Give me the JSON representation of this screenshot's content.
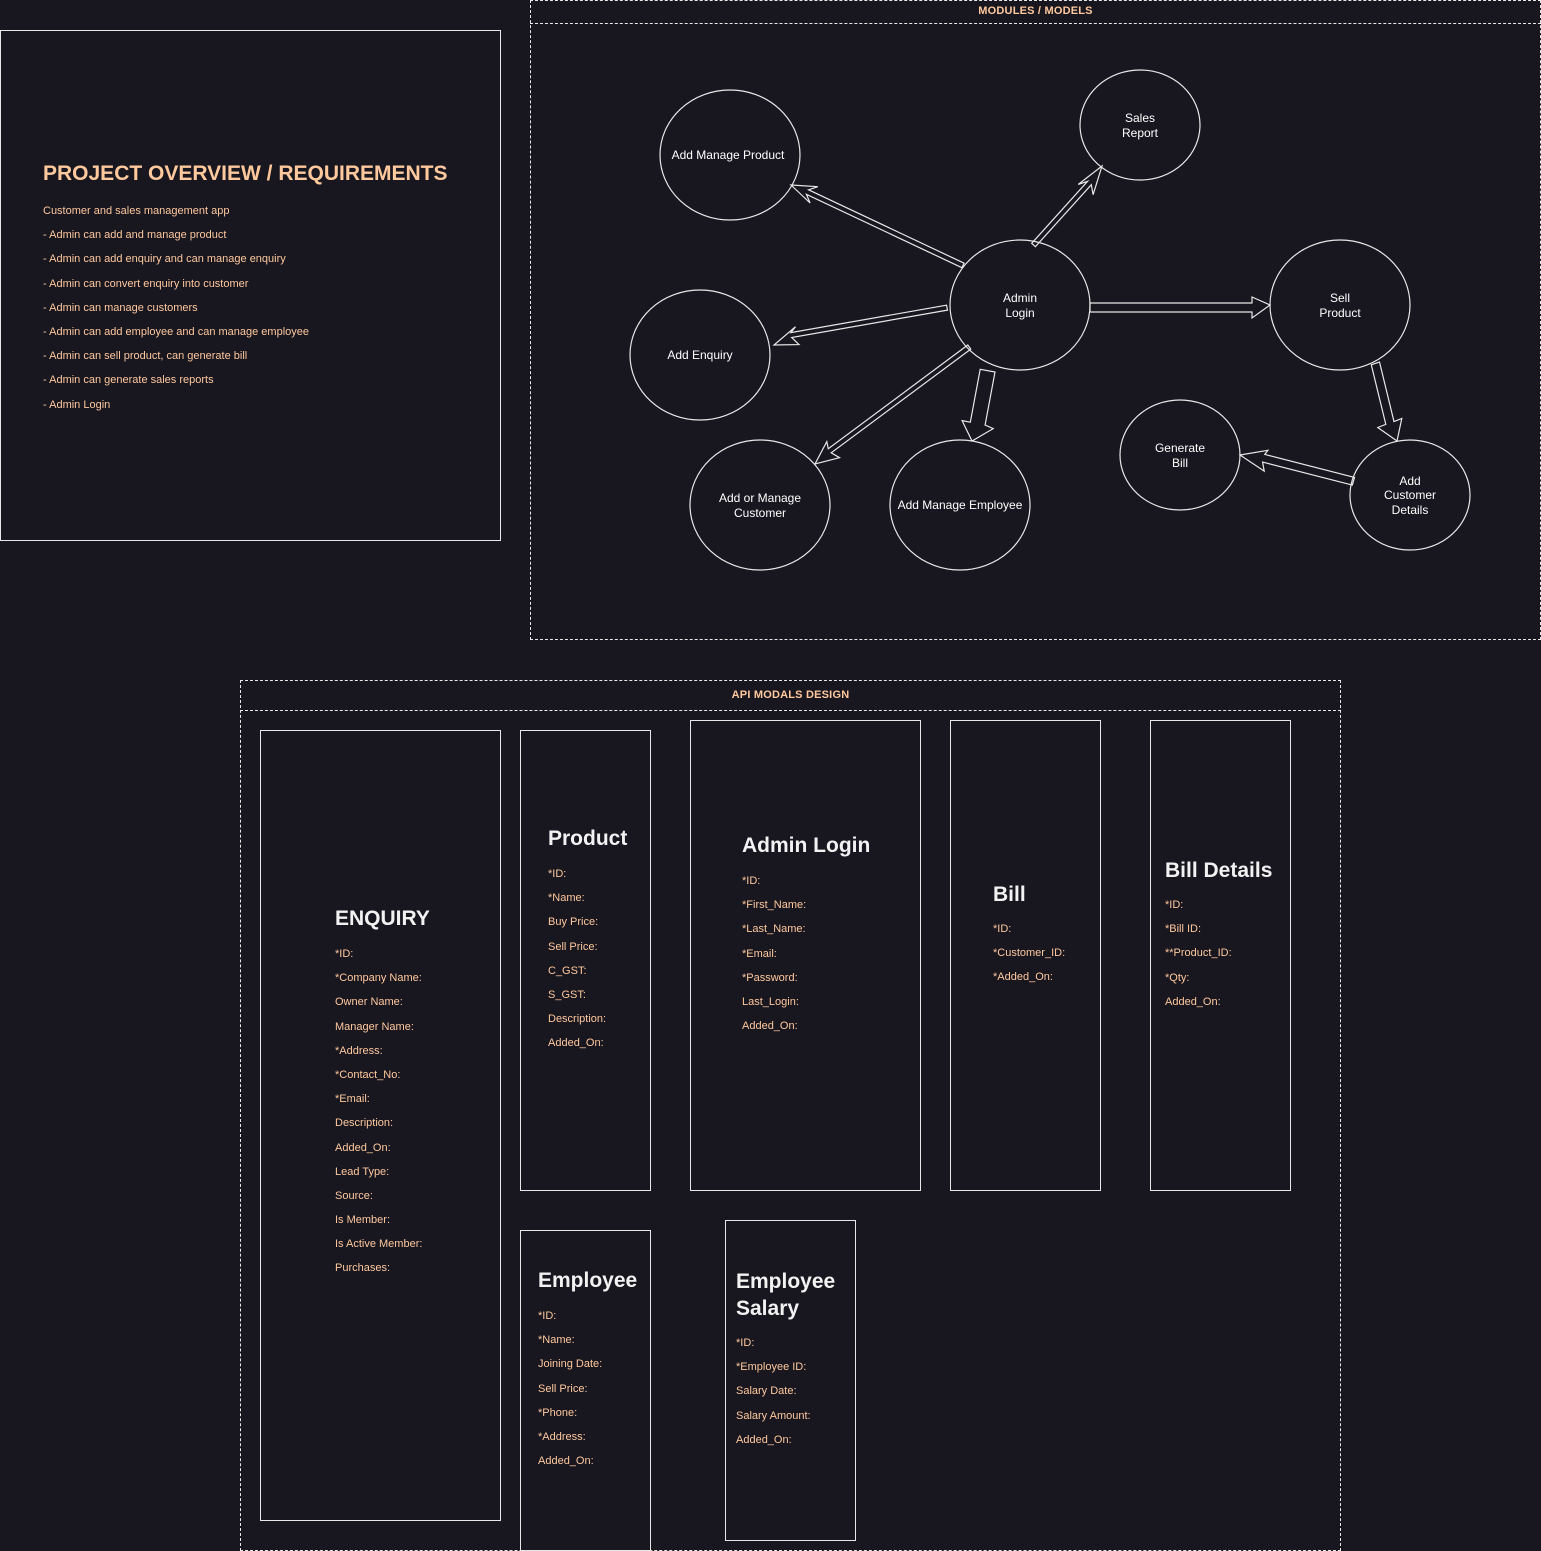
{
  "overview": {
    "title": "PROJECT OVERVIEW / REQUIREMENTS",
    "items": [
      "Customer and sales management app",
      "- Admin can add and manage product",
      "- Admin can add enquiry and can manage enquiry",
      "- Admin can convert enquiry into customer",
      "- Admin can manage customers",
      "- Admin can add employee and can manage employee",
      "- Admin can sell product, can generate bill",
      "- Admin can generate sales reports",
      "- Admin Login"
    ]
  },
  "modules": {
    "title": "MODULES / MODELS",
    "nodes": {
      "admin_login": [
        "Admin",
        "Login"
      ],
      "add_manage_product": [
        "Add Manage Product"
      ],
      "sales_report": [
        "Sales",
        "Report"
      ],
      "add_enquiry": [
        "Add Enquiry"
      ],
      "sell_product": [
        "Sell",
        "Product"
      ],
      "add_or_manage_customer": [
        "Add or Manage",
        "Customer"
      ],
      "add_manage_employee": [
        "Add Manage Employee"
      ],
      "generate_bill": [
        "Generate",
        "Bill"
      ],
      "add_customer_details": [
        "Add",
        "Customer",
        "Details"
      ]
    }
  },
  "api": {
    "title": "API MODALS DESIGN",
    "models": {
      "enquiry": {
        "title": "ENQUIRY",
        "fields": [
          "*ID:",
          "*Company Name:",
          "Owner Name:",
          "Manager Name:",
          "*Address:",
          "*Contact_No:",
          "*Email:",
          "Description:",
          "Added_On:",
          "Lead Type:",
          "Source:",
          "Is Member:",
          "Is Active Member:",
          "Purchases:"
        ]
      },
      "product": {
        "title": "Product",
        "fields": [
          "*ID:",
          "*Name:",
          "Buy Price:",
          "Sell Price:",
          "C_GST:",
          "S_GST:",
          "Description:",
          "Added_On:"
        ]
      },
      "admin_login": {
        "title": "Admin Login",
        "fields": [
          "*ID:",
          "*First_Name:",
          "*Last_Name:",
          "*Email:",
          "*Password:",
          "Last_Login:",
          "Added_On:"
        ]
      },
      "bill": {
        "title": "Bill",
        "fields": [
          "*ID:",
          "*Customer_ID:",
          "*Added_On:"
        ]
      },
      "bill_details": {
        "title": "Bill Details",
        "fields": [
          "*ID:",
          "*Bill ID:",
          "**Product_ID:",
          "*Qty:",
          "Added_On:"
        ]
      },
      "employee": {
        "title": "Employee",
        "fields": [
          "*ID:",
          "*Name:",
          "Joining Date:",
          "Sell Price:",
          "*Phone:",
          "*Address:",
          "Added_On:"
        ]
      },
      "employee_salary": {
        "title": [
          "Employee",
          "Salary"
        ],
        "fields": [
          "*ID:",
          "*Employee ID:",
          "Salary Date:",
          "Salary Amount:",
          "Added_On:"
        ]
      }
    }
  },
  "colors": {
    "background": "#18161f",
    "accent": "#ffc99e",
    "stroke": "#e8e8e8",
    "title": "#f2f2f2"
  }
}
